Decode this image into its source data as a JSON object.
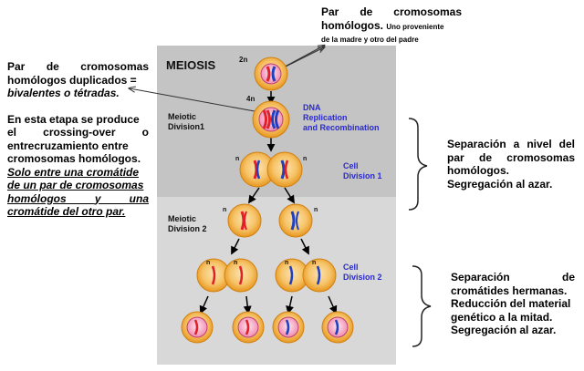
{
  "top_right": {
    "line1": "Par de cromosomas",
    "line2_bold": "homólogos.",
    "line2_small": "Uno proveniente",
    "line3_small": "de la madre y otro del padre"
  },
  "left": {
    "p1_line1": "Par de cromosomas",
    "p1_line2": "homólogos duplicados =",
    "p1_line3": "bivalentes o tétradas.",
    "p2_line1": "En esta etapa se produce",
    "p2_line2": "el crossing-over o",
    "p2_line3": "entrecruzamiento entre",
    "p2_line4": "cromosomas homólogos.",
    "p3_line1": "Solo entre una cromátide",
    "p3_line2": "de un par de cromosomas",
    "p3_line3": "homólogos y una",
    "p3_line4": "cromátide del otro par."
  },
  "right1": {
    "line1": "Separación a nivel del",
    "line2": "par de cromosomas",
    "line3": "homólogos.",
    "line4": "Segregación al azar."
  },
  "right2": {
    "line1": "Separación de",
    "line2": "cromátides hermanas.",
    "line3": "Reducción del material",
    "line4": "genético a la mitad.",
    "line5": "Segregación al azar."
  },
  "diagram": {
    "title": "MEIOSIS",
    "ploidy_2n": "2n",
    "ploidy_4n": "4n",
    "n": "n",
    "meiotic_div1_l1": "Meiotic",
    "meiotic_div1_l2": "Division1",
    "dna_l1": "DNA",
    "dna_l2": "Replication",
    "dna_l3": "and Recombination",
    "cell_div1_l1": "Cell",
    "cell_div1_l2": "Division 1",
    "meiotic_div2_l1": "Meiotic",
    "meiotic_div2_l2": "Division 2",
    "cell_div2_l1": "Cell",
    "cell_div2_l2": "Division 2",
    "colors": {
      "maternal": "#e0202a",
      "paternal": "#2040c0",
      "label_blue": "#2a2ad0",
      "cell_ring": "#f0a020",
      "cell_inner": "#f7c26a"
    }
  }
}
